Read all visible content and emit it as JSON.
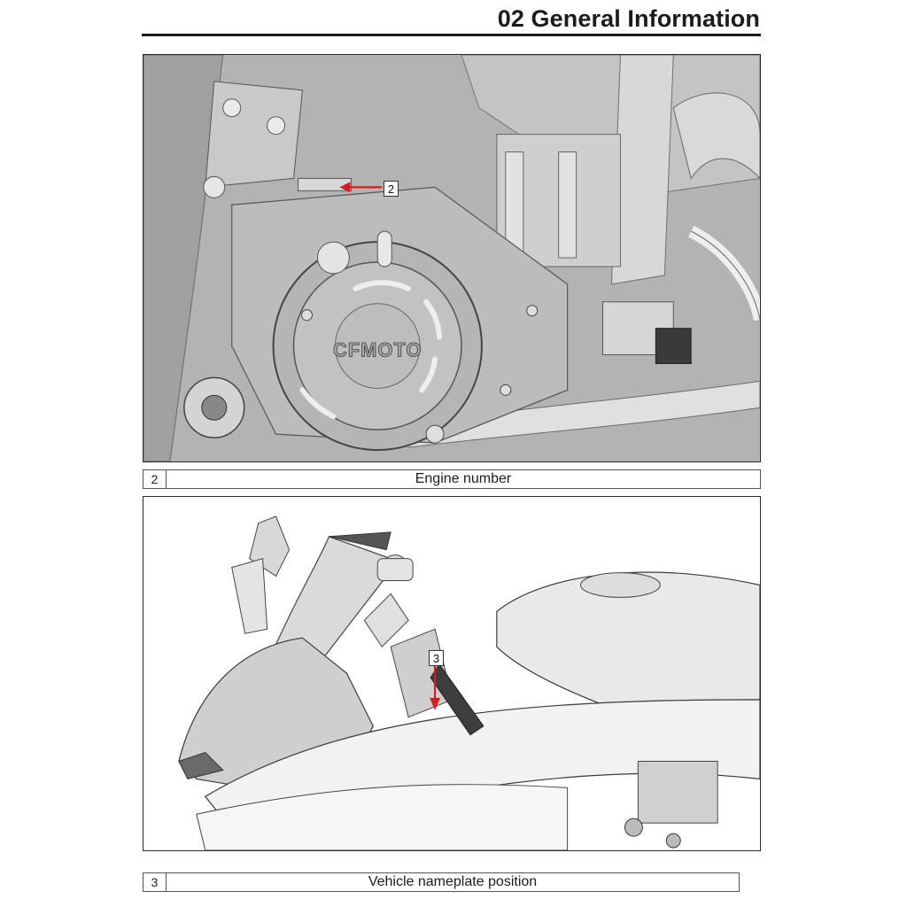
{
  "header": {
    "title": "02 General Information"
  },
  "figures": [
    {
      "id": "engine",
      "alt": "Engine side view illustration with CFMOTO clutch cover",
      "brand_mark": "CFMOTO",
      "callout": "2",
      "callout_color": "#d22020"
    },
    {
      "id": "nameplate",
      "alt": "Motorcycle front/steering head illustration",
      "callout": "3",
      "callout_color": "#d22020"
    }
  ],
  "captions": [
    {
      "number": "2",
      "label": "Engine number"
    },
    {
      "number": "3",
      "label": "Vehicle nameplate position"
    }
  ]
}
